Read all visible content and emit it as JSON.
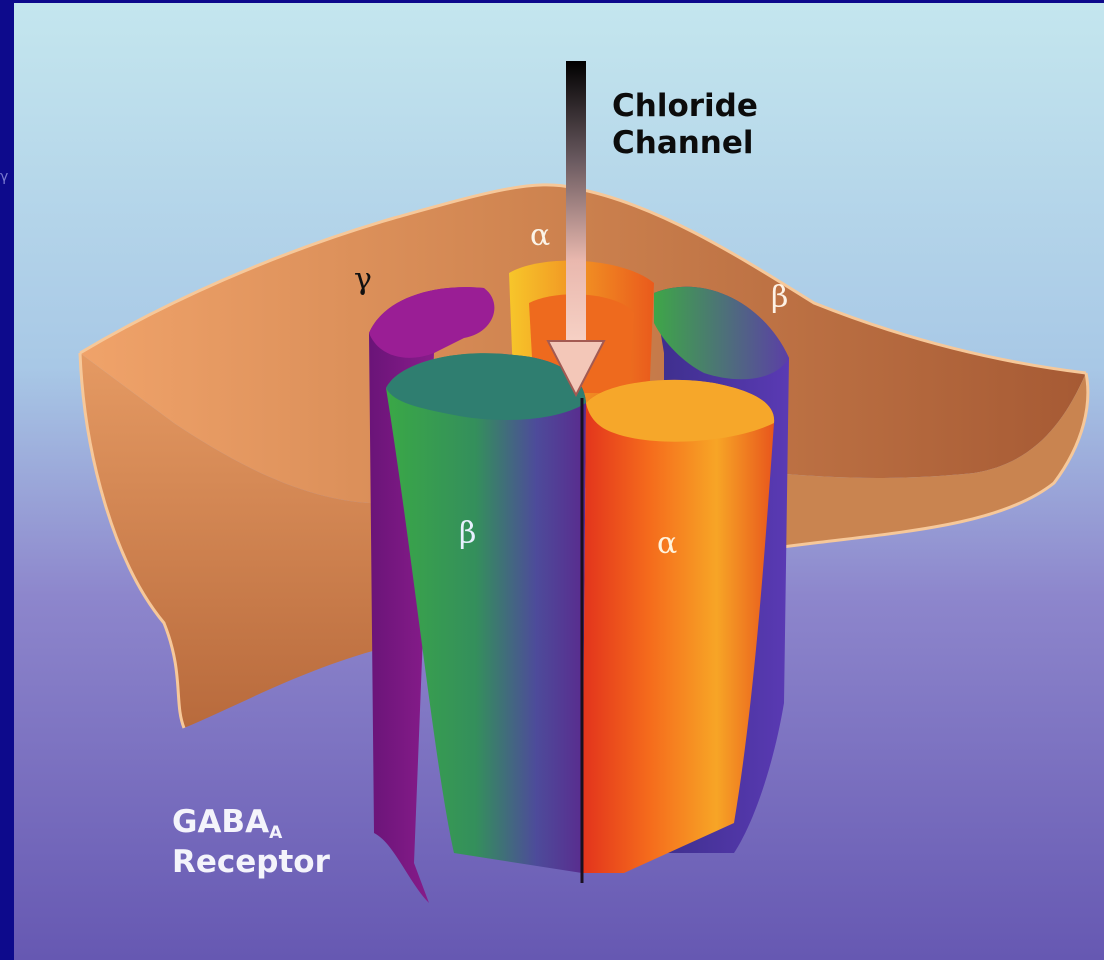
{
  "diagram": {
    "channel_label_line1": "Chloride",
    "channel_label_line2": "Channel",
    "receptor_label": "GABA",
    "receptor_subscript": "A",
    "receptor_label_line2": "Receptor",
    "subunits": {
      "back_alpha": "α",
      "gamma": "γ",
      "back_beta": "β",
      "front_beta": "β",
      "front_alpha": "α"
    },
    "edge_marks": "γ"
  },
  "colors": {
    "frame": "#0d0a8c",
    "background_top": "#bfe0ec",
    "background_bottom": "#6a5fb6",
    "membrane": "#d98a57",
    "membrane_edge": "#f6c89a",
    "alpha_subunit": "#f08a20",
    "beta_subunit": "#3d9a4a",
    "gamma_subunit": "#8a1a8a",
    "barrel_inner": "#5a2fa0",
    "arrow": "#f3c7b8"
  }
}
